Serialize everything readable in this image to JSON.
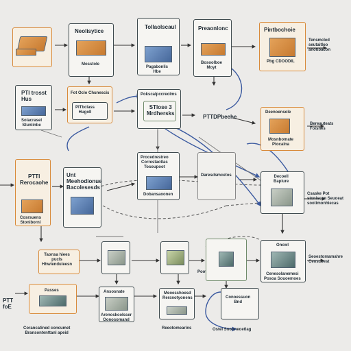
{
  "labels": {
    "n_top2_title": "Neolisytice",
    "n_top3_title": "Tollaolscaul",
    "n_top4_title": "Preaonlonc",
    "n_top5_title": "Pintbochoie",
    "n_right_top": "Tensmcled\nseutaitloo\nanotibacon",
    "n_mid1_title": "PTI trosst\nHus",
    "n_mid1_caption": "Solacrasel\nStunlinbe",
    "n_mid2_title": "Fot Oclo Chunescis",
    "n_mid2_inner": "PITbclass\nHugoll",
    "n_mid3_title": "STlose 3\nMrdhersks",
    "n_mid3_header": "Pokscalpccreolms",
    "n_ptt": "PTTDPbeehe",
    "n_mid5_title": "Deenoensole",
    "n_mid5_caption": "Mosnbomate\nPtocalna",
    "n_right_mid": "Bereauteats\nFoishes",
    "n_left3_title": "PTTI\nRerocaohe",
    "n_left3_caption": "Cosrsuens\nStoniborni",
    "n_unt": "Unt\nMeehodionue\nBacolesesds",
    "n_proc_title": "Procedrestreo\nCorrestaotlas\nTosoupoot",
    "n_proc_caption": "Dobansaoonen",
    "n_hub": "Daresdsmcetos",
    "n_dec_title": "Decoell\nBapiure",
    "n_right_low": "Csaske Pot\nstoniscan Seuoeat\nsootimonhiecas",
    "n_row4_1": "Taonsa hiees\npucls\nHhwlenduleesn",
    "n_row4_4": "Oncwl",
    "n_row4_4b": "Cenesolanemesi\nPosoa Souoemoes",
    "n_row4_right": "Seoestomamahre\nCenscoest",
    "n_row4_3cap": "Poot Wasalto",
    "n_ptt_left": "PTT\nfoE",
    "n_bot1_title": "Passes",
    "n_bot1_caption": "Corancatined concumet\nBransontenttanl apeid",
    "n_bot2_title": "Ansosnate",
    "n_bot2_caption": "Arenoskcolsser\nOonosomand",
    "n_bot3_title": "Meoesshoesd\nRersnotyonens",
    "n_bot3_caption": "Reeotomearins",
    "n_bot4_title": "Conoessuon\nBnd",
    "n_bot4_caption": "Ostel Snooneoetlag",
    "n_top4_caption": "Bosoolboe\nMoyt",
    "n_top2_caption": "Mosstole",
    "n_top3_caption": "Pagabonlis\nHbe",
    "n_top5_caption": "Pbg CDOODIL"
  },
  "colors": {
    "accent_orange": "#d88a3a",
    "arrow_blue": "#3b5aa0",
    "line_dark": "#333333",
    "thumb_orange": "#e4a25a",
    "thumb_blue": "#46679a"
  }
}
